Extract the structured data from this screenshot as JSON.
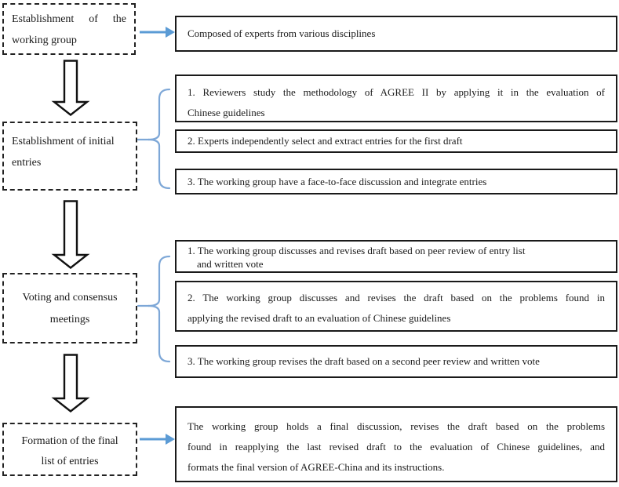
{
  "figure": {
    "title": "AGREE-China development flowchart",
    "colors": {
      "arrow_blue": "#5B9BD5",
      "brace_blue": "#7DA7D7",
      "box_border": "#1a1a1a",
      "text": "#1a1a1a",
      "background": "#ffffff"
    },
    "stages": {
      "s1": {
        "left": [
          "Establishment of the",
          "working group"
        ],
        "r1": [
          "Composed of experts from various disciplines"
        ]
      },
      "s2": {
        "left": [
          "Establishment of initial",
          "entries"
        ],
        "r1": [
          "1. Reviewers study the methodology of AGREE II by applying it in the evaluation of",
          "Chinese guidelines"
        ],
        "r2": [
          "2. Experts independently select and extract entries for the first draft"
        ],
        "r3": [
          "3. The working group have a face-to-face discussion and integrate entries"
        ]
      },
      "s3": {
        "left": [
          "Voting and consensus",
          "meetings"
        ],
        "r1": [
          "1. The working group discusses and revises draft based on peer review of entry list",
          "and written vote"
        ],
        "r2": [
          "2. The working group discusses and revises the draft based on the problems found in",
          "applying the revised draft to an evaluation of Chinese guidelines"
        ],
        "r3": [
          "3. The working group revises the draft based on a second peer review and written vote"
        ]
      },
      "s4": {
        "left": [
          "Formation of the final",
          "list of entries"
        ],
        "r1": [
          "The working group holds a final discussion, revises the draft based on the problems",
          "found in reapplying the last revised draft to the evaluation of Chinese guidelines, and",
          "formats the final version of AGREE-China and its instructions."
        ]
      }
    }
  }
}
